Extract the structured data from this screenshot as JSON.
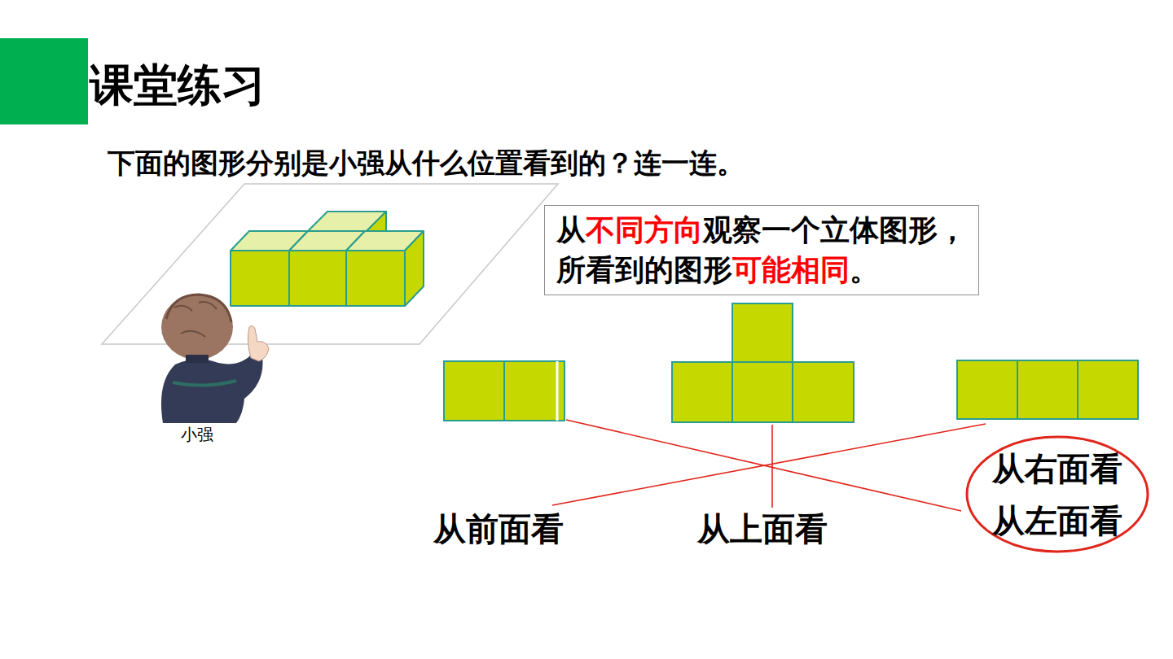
{
  "diagram": {
    "title": "课堂练习",
    "nodes": [
      {
        "text": [
          "从",
          "不同方向",
          "观察一个立体图形，",
          "所看到的图形",
          "可能相同",
          "。"
        ]
      },
      {
        "text": [
          "从右面看",
          "从左面看"
        ]
      }
    ],
    "labels": [
      "下面的图形分别是小强从什么位置看到的？连一连。",
      "小强",
      "从前面看",
      "从上面看"
    ]
  }
}
